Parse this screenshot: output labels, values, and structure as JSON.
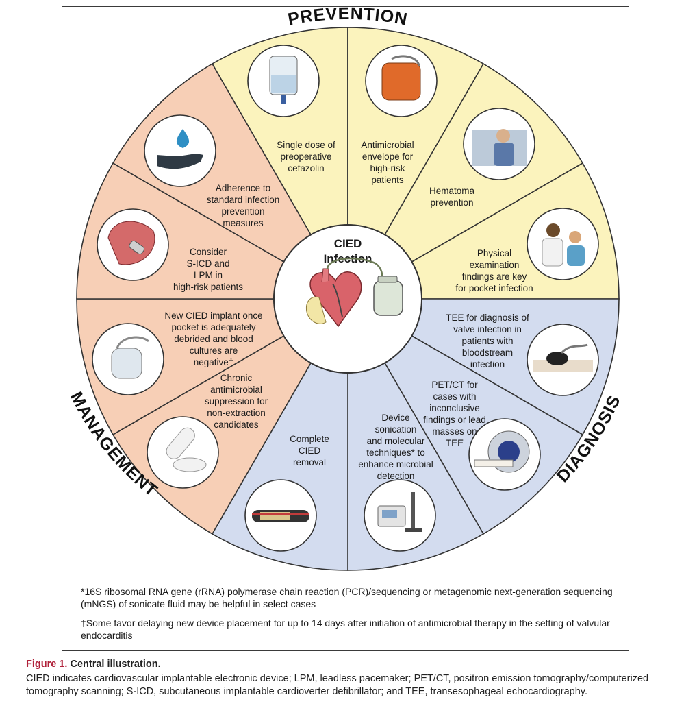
{
  "categories": {
    "prevention": "PREVENTION",
    "management": "MANAGEMENT",
    "diagnosis": "DIAGNOSIS"
  },
  "center": {
    "line1": "CIED",
    "line2": "Infection"
  },
  "segments": [
    {
      "lines": [
        "Adherence to",
        "standard infection",
        "prevention",
        "measures"
      ],
      "icon": "water-drop-hand-icon"
    },
    {
      "lines": [
        "Single dose of",
        "preoperative",
        "cefazolin"
      ],
      "icon": "iv-bag-icon"
    },
    {
      "lines": [
        "Antimicrobial",
        "envelope for",
        "high-risk",
        "patients"
      ],
      "icon": "antimicrobial-envelope-icon"
    },
    {
      "lines": [
        "Hematoma",
        "prevention"
      ],
      "icon": "surgeon-icon"
    },
    {
      "lines": [
        "Physical",
        "examination",
        "findings are key",
        "for pocket infection"
      ],
      "icon": "physical-exam-icon"
    },
    {
      "lines": [
        "TEE for diagnosis of",
        "valve infection in",
        "patients with",
        "bloodstream",
        "infection"
      ],
      "icon": "tee-probe-icon"
    },
    {
      "lines": [
        "PET/CT for",
        "cases with",
        "inconclusive",
        "findings or lead",
        "masses on",
        "TEE"
      ],
      "icon": "pet-ct-scanner-icon"
    },
    {
      "lines": [
        "Device",
        "sonication",
        "and molecular",
        "techniques* to",
        "enhance microbial",
        "detection"
      ],
      "icon": "sonicator-icon"
    },
    {
      "lines": [
        "Complete",
        "CIED",
        "removal"
      ],
      "icon": "lead-extraction-icon"
    },
    {
      "lines": [
        "Chronic",
        "antimicrobial",
        "suppression for",
        "non-extraction",
        "candidates"
      ],
      "icon": "pill-icon"
    },
    {
      "lines": [
        "New CIED implant once",
        "pocket is adequately",
        "debrided and blood",
        "cultures are",
        "negative†"
      ],
      "icon": "pacemaker-device-icon"
    },
    {
      "lines": [
        "Consider",
        "S-ICD and",
        "LPM in",
        "high-risk patients"
      ],
      "icon": "heart-lpm-icon"
    }
  ],
  "colors": {
    "prevention": "#fbf3bd",
    "diagnosis": "#d3dcef",
    "management": "#f7cfb6",
    "accent": "#b0213a"
  },
  "footnotes": {
    "note1": "*16S ribosomal RNA gene (rRNA) polymerase chain reaction (PCR)/sequencing or metagenomic next-generation sequencing (mNGS) of sonicate fluid may be helpful in select cases",
    "note2": "†Some favor delaying new device placement for up to 14 days after initiation of antimicrobial therapy in the setting of valvular endocarditis"
  },
  "caption": {
    "number": "Figure 1.",
    "title": "Central illustration.",
    "text": "CIED indicates cardiovascular implantable electronic device; LPM, leadless pacemaker; PET/CT, positron emission tomography/computerized tomography scanning; S-ICD, subcutaneous implantable cardioverter defibrillator; and TEE, transesophageal echocardiography."
  }
}
